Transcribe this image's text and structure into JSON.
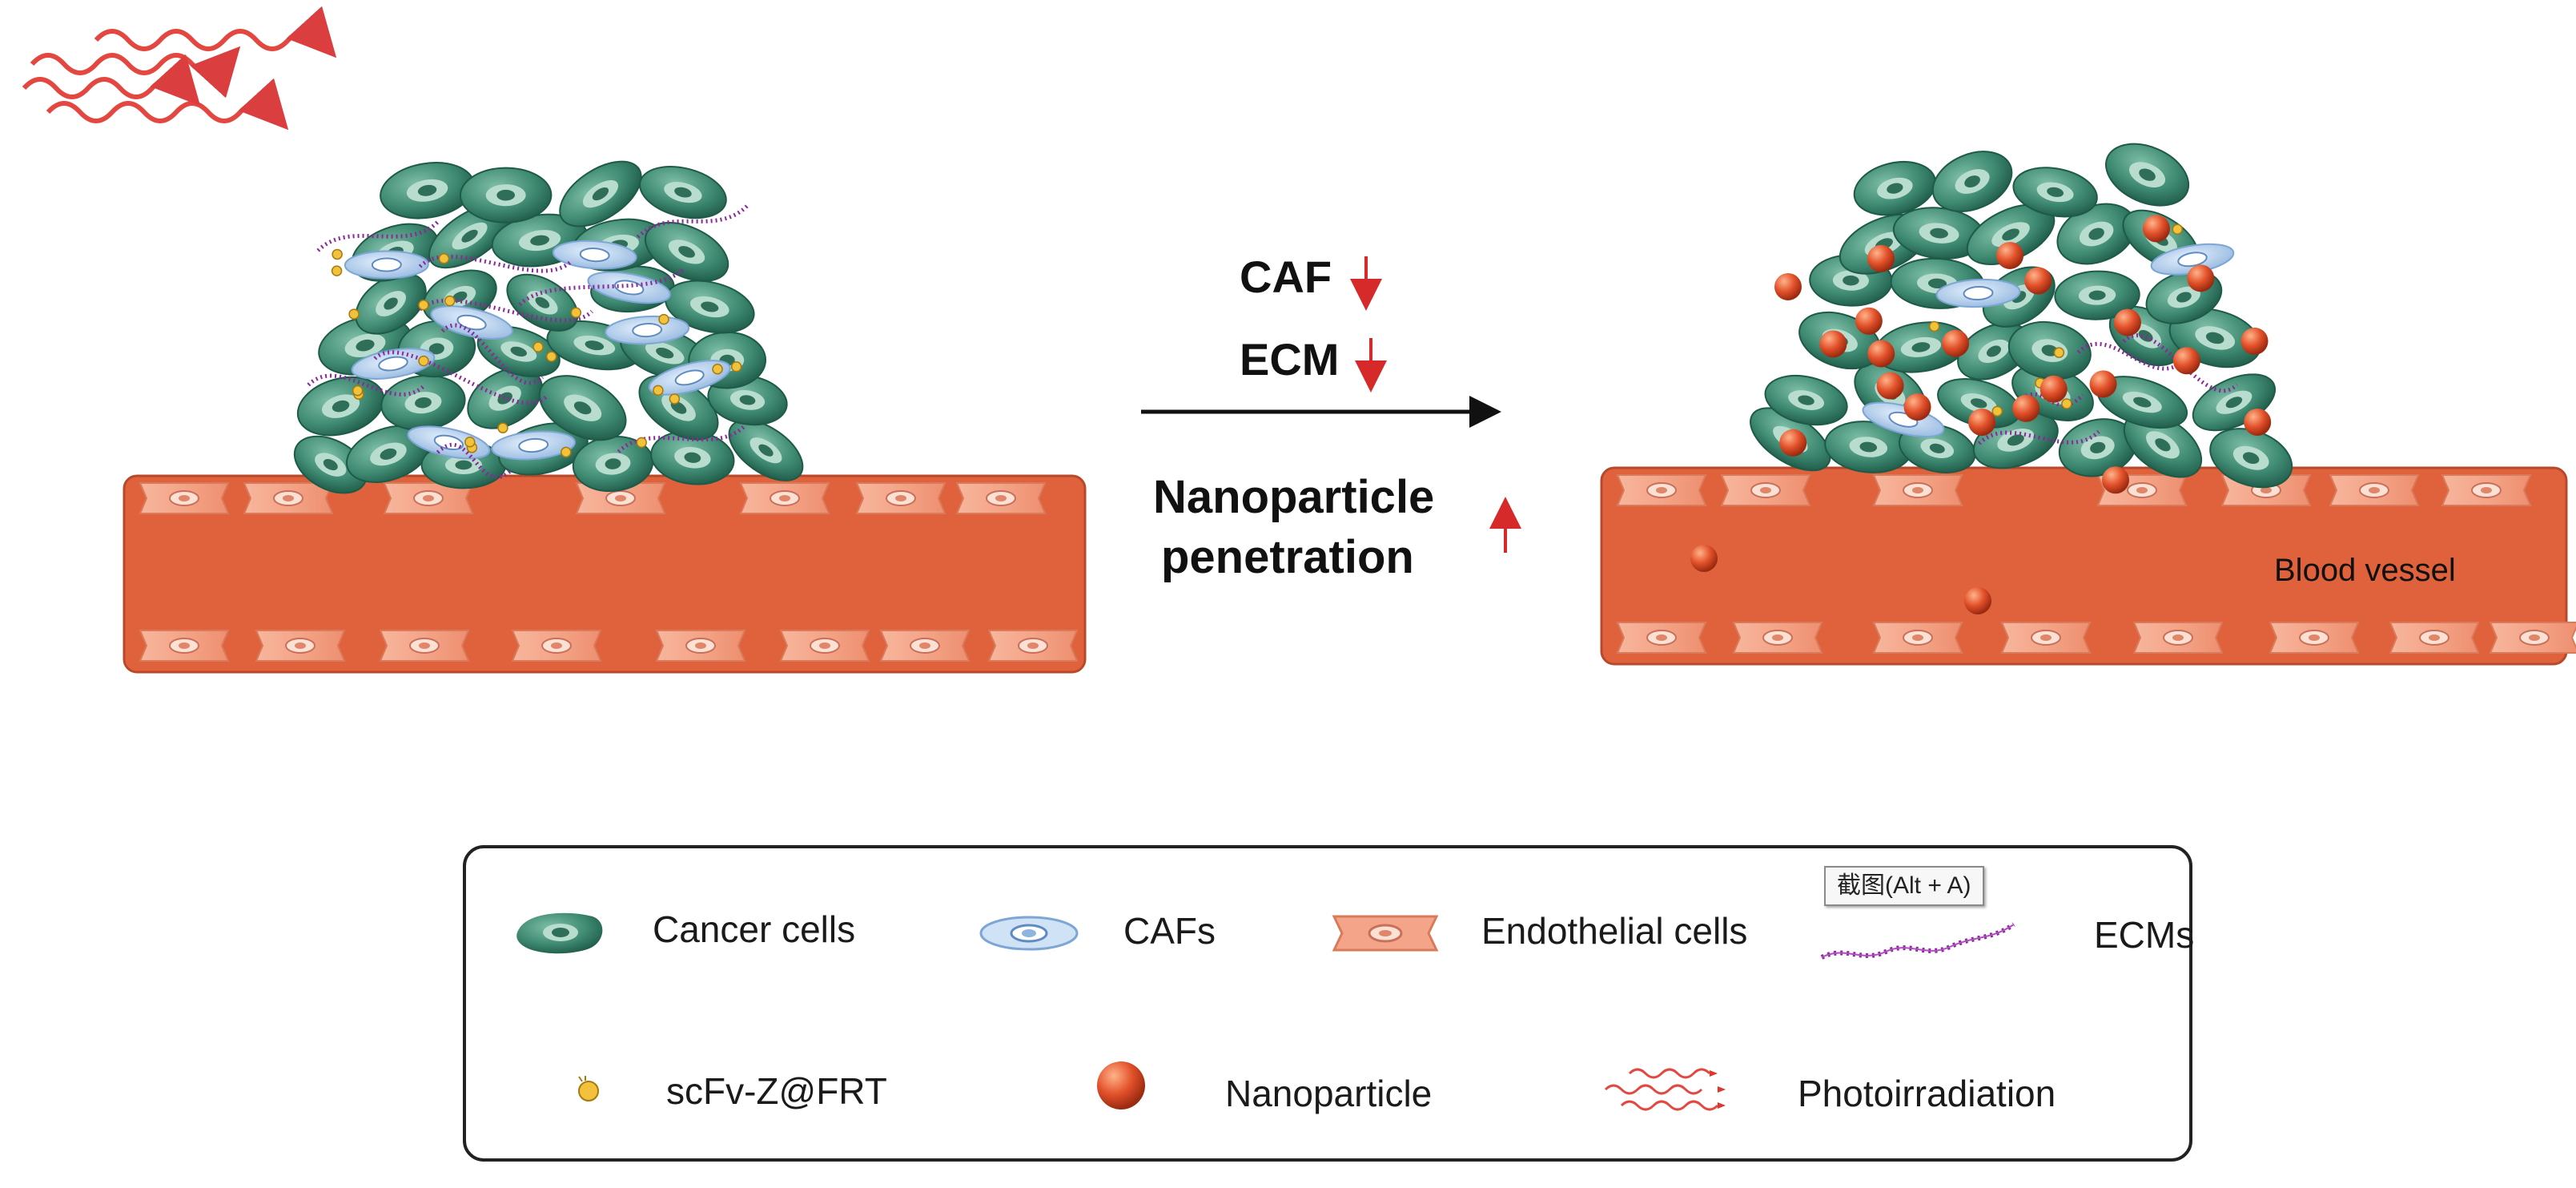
{
  "figure": {
    "arrow_labels": {
      "caf": "CAF",
      "ecm": "ECM",
      "nano_line1": "Nanoparticle",
      "nano_line2": "penetration"
    },
    "vessel_label": "Blood vessel"
  },
  "legend": {
    "cancer_cells": "Cancer cells",
    "cafs": "CAFs",
    "endothelial_cells": "Endothelial cells",
    "ecms": "ECMs",
    "scfv": "scFv-Z@FRT",
    "nanoparticle": "Nanoparticle",
    "photoirradiation": "Photoirradiation"
  },
  "tooltip": {
    "text": "截图(Alt + A)"
  },
  "colors": {
    "vessel": "#e0623c",
    "vessel_border": "#b8482a",
    "endothelial": "#f2a286",
    "cancer_cell": "#3f8a72",
    "cancer_nucleus": "#b8dccd",
    "caf": "#a9c9ec",
    "ecm": "#8a2a9a",
    "scfv": "#f2c23c",
    "nanoparticle": "#d8431f",
    "arrow_down_up": "#d62a2a",
    "photo_wave": "#e0342c"
  }
}
